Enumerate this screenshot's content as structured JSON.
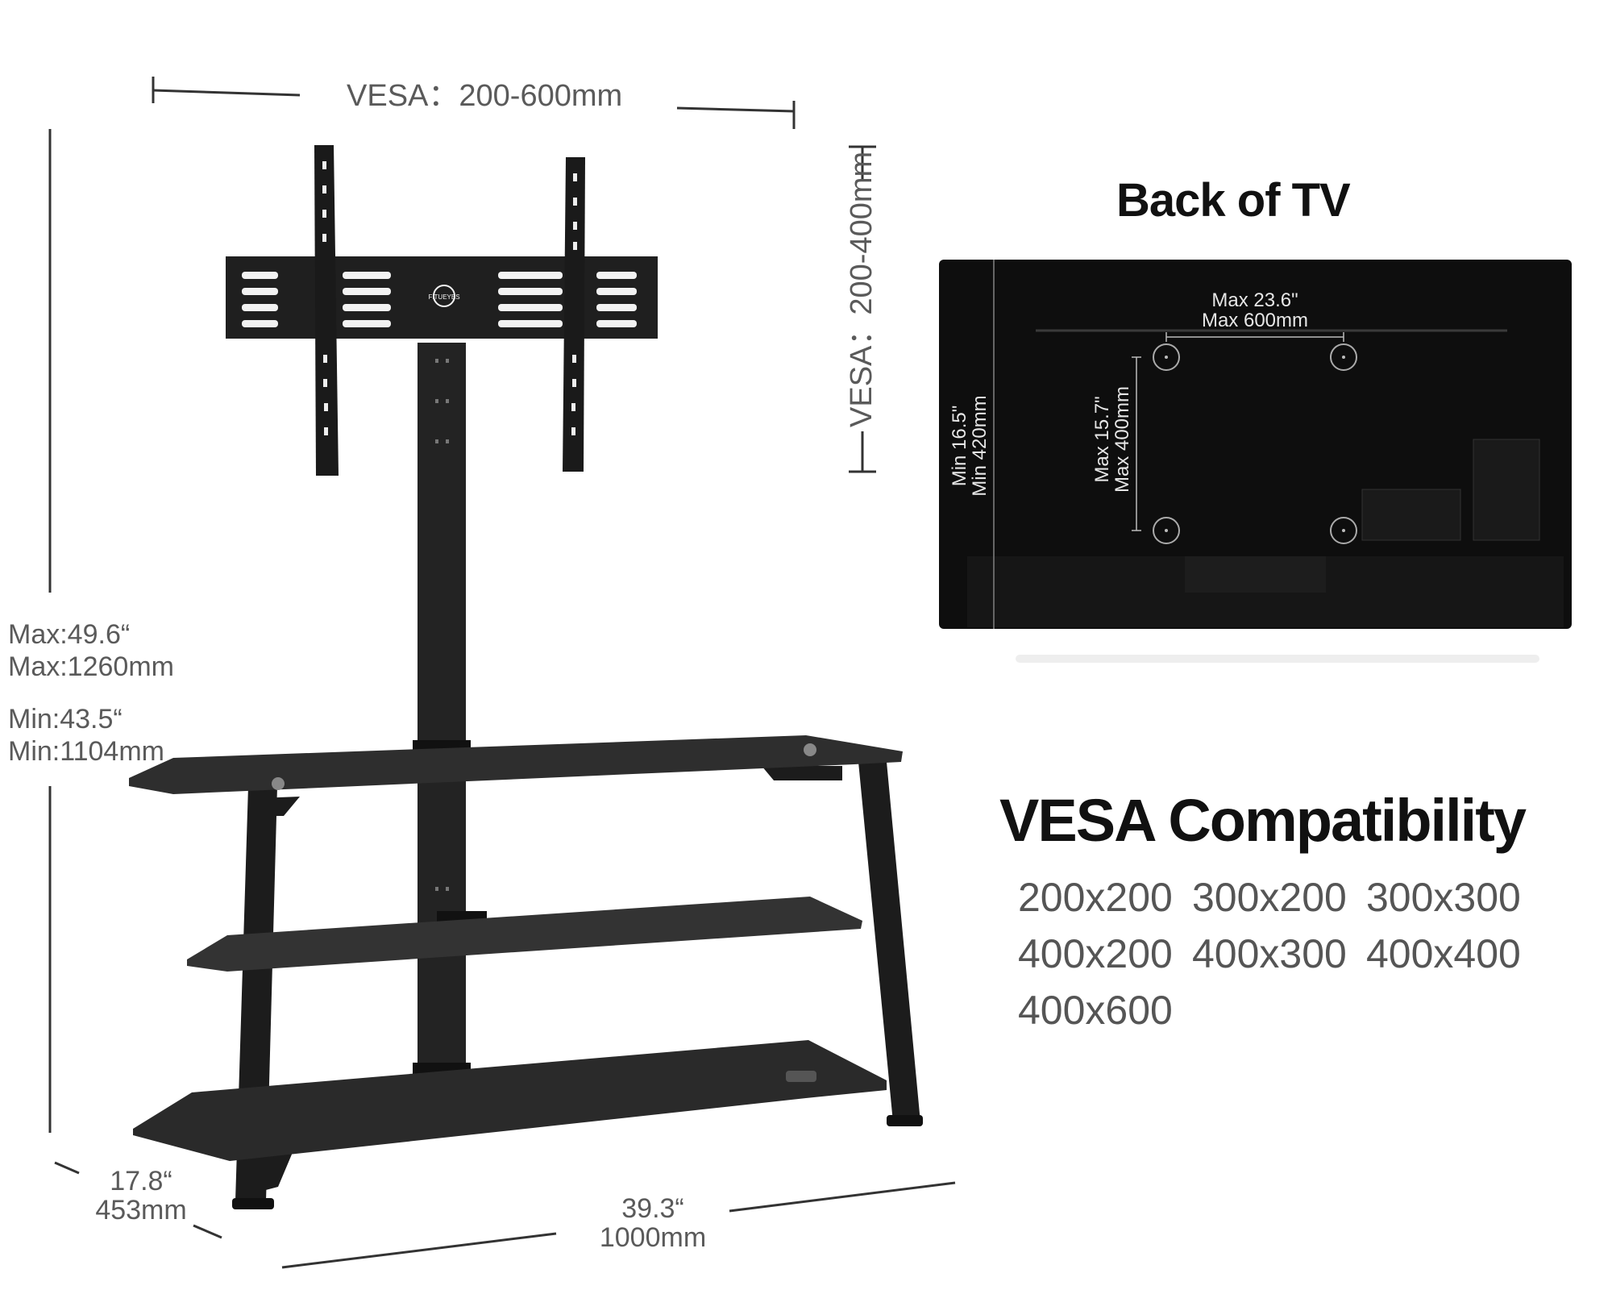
{
  "dimensions": {
    "vesa_width": "VESA：200-600mm",
    "vesa_height": "VESA：200-400mm",
    "max_height_in": "Max:49.6“",
    "max_height_mm": "Max:1260mm",
    "min_height_in": "Min:43.5“",
    "min_height_mm": "Min:1104mm",
    "depth_in": "17.8“",
    "depth_mm": "453mm",
    "width_in": "39.3“",
    "width_mm": "1000mm"
  },
  "back_of_tv": {
    "title": "Back of TV",
    "max_width_in": "Max 23.6\"",
    "max_width_mm": "Max 600mm",
    "max_height_in": "Max 15.7\"",
    "max_height_mm": "Max 400mm",
    "min_height_in": "Min 16.5\"",
    "min_height_mm": "Min  420mm"
  },
  "compatibility": {
    "title": "VESA Compatibility",
    "sizes": [
      "200x200",
      "300x200",
      "300x300",
      "400x200",
      "400x300",
      "400x400",
      "400x600"
    ]
  },
  "logo": {
    "text": "FITUEYES"
  },
  "colors": {
    "product": "#1a1a1a",
    "glass": "#2b2b2b",
    "tv_body": "#0d0d0d",
    "guide_lines": "#333333"
  }
}
